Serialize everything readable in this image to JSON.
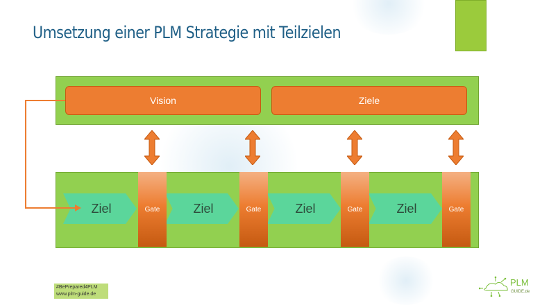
{
  "slide": {
    "title": "Umsetzung einer PLM Strategie mit Teilzielen"
  },
  "top_panel": {
    "boxes": [
      "Vision",
      "Ziele"
    ]
  },
  "process": {
    "steps": [
      "Ziel",
      "Ziel",
      "Ziel",
      "Ziel"
    ],
    "gates": [
      "Gate",
      "Gate",
      "Gate",
      "Gate"
    ]
  },
  "footer": {
    "hashtag": "#BePrepared4PLM",
    "website": "www.plm-guide.de"
  },
  "logo": {
    "main": "PLM",
    "sub": "GUIDE.de"
  },
  "colors": {
    "green_panel": "#92d050",
    "orange": "#ed7d31",
    "chevron": "#5bd69b",
    "title": "#1f5f86",
    "accent_bar": "#9bcb3c"
  }
}
